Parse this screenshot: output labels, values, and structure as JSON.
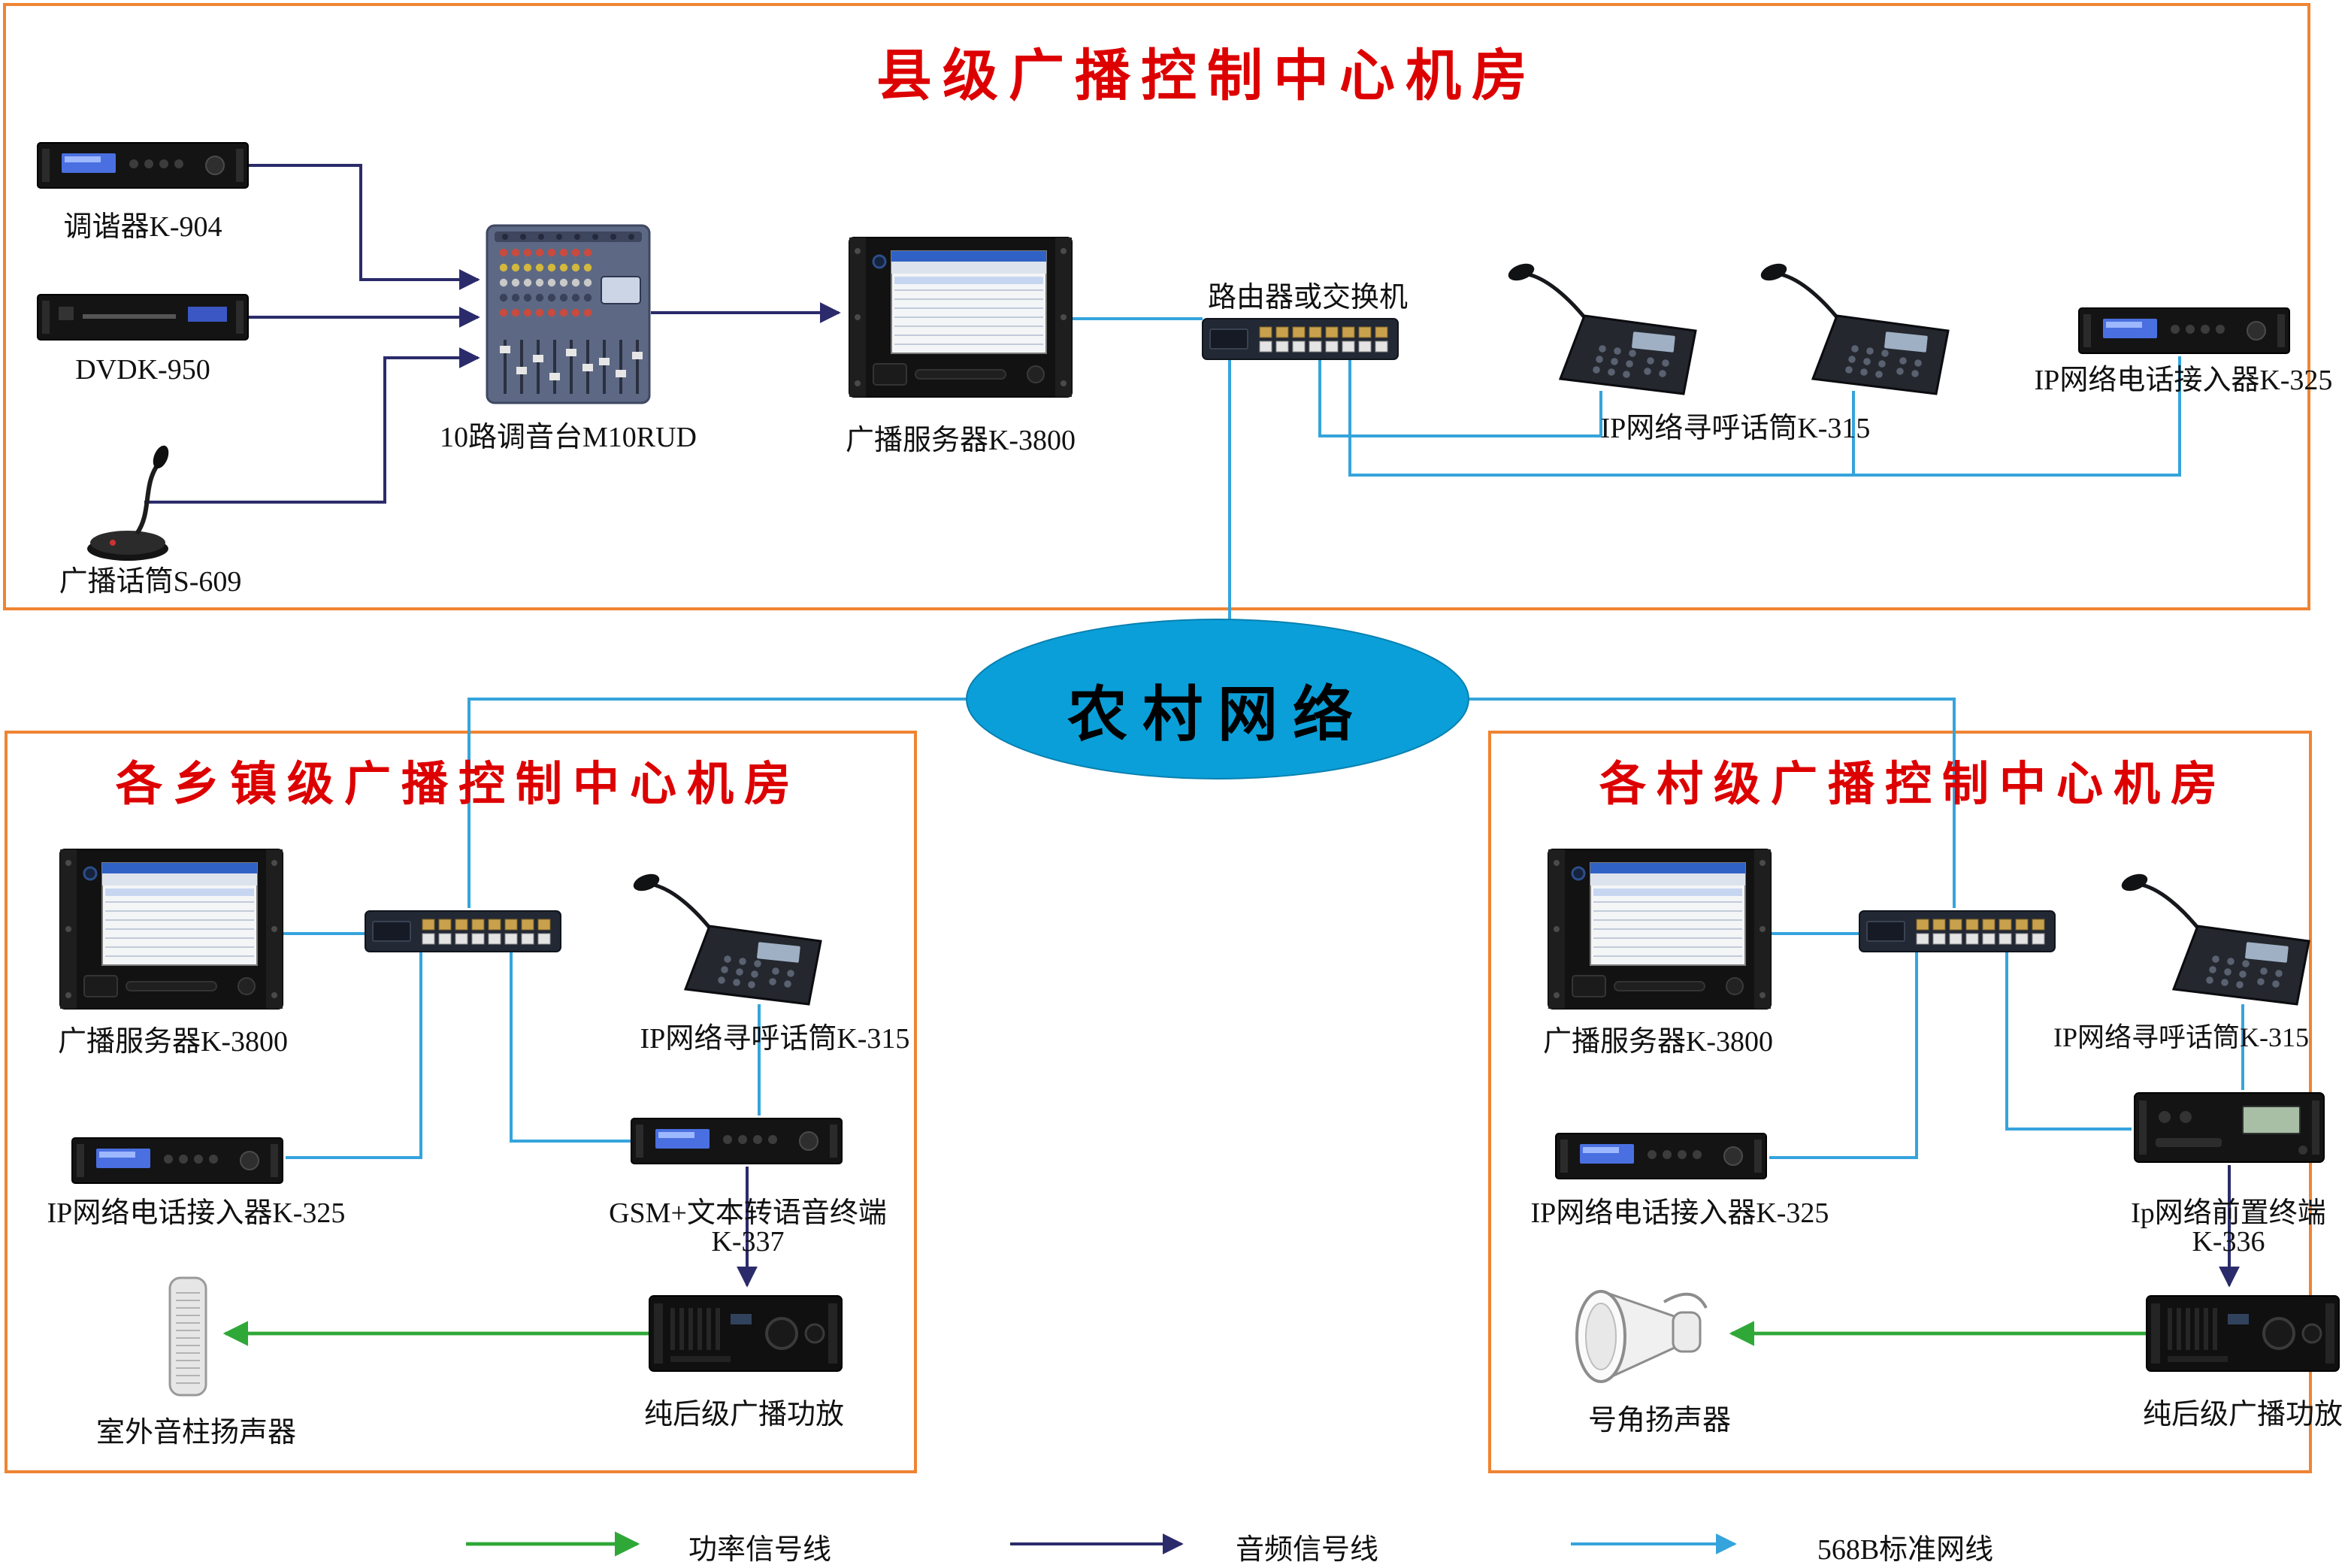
{
  "cloud": {
    "label": "农村网络",
    "fill": "#0a9fd8"
  },
  "legend": {
    "power": {
      "label": "功率信号线",
      "color": "#2fa838"
    },
    "audio": {
      "label": "音频信号线",
      "color": "#2b2b6b"
    },
    "network": {
      "label": "568B标准网线",
      "color": "#35a4dc"
    }
  },
  "sections": {
    "county": {
      "title": "县级广播控制中心机房",
      "devices": {
        "tuner": "调谐器K-904",
        "dvd": "DVDK-950",
        "desk_mic": "广播话筒S-609",
        "mixer": "10路调音台M10RUD",
        "server": "广播服务器K-3800",
        "router": "路由器或交换机",
        "paging_mic": "IP网络寻呼话筒K-315",
        "phone_gateway": "IP网络电话接入器K-325"
      }
    },
    "township": {
      "title": "各乡镇级广播控制中心机房",
      "devices": {
        "server": "广播服务器K-3800",
        "paging_mic": "IP网络寻呼话筒K-315",
        "phone_gateway": "IP网络电话接入器K-325",
        "gsm_terminal_line1": "GSM+文本转语音终端",
        "gsm_terminal_line2": "K-337",
        "amplifier": "纯后级广播功放",
        "speaker": "室外音柱扬声器"
      }
    },
    "village": {
      "title": "各村级广播控制中心机房",
      "devices": {
        "server": "广播服务器K-3800",
        "paging_mic": "IP网络寻呼话筒K-315",
        "phone_gateway": "IP网络电话接入器K-325",
        "preamp_terminal_line1": "Ip网络前置终端",
        "preamp_terminal_line2": "K-336",
        "amplifier": "纯后级广播功放",
        "speaker": "号角扬声器"
      }
    }
  }
}
